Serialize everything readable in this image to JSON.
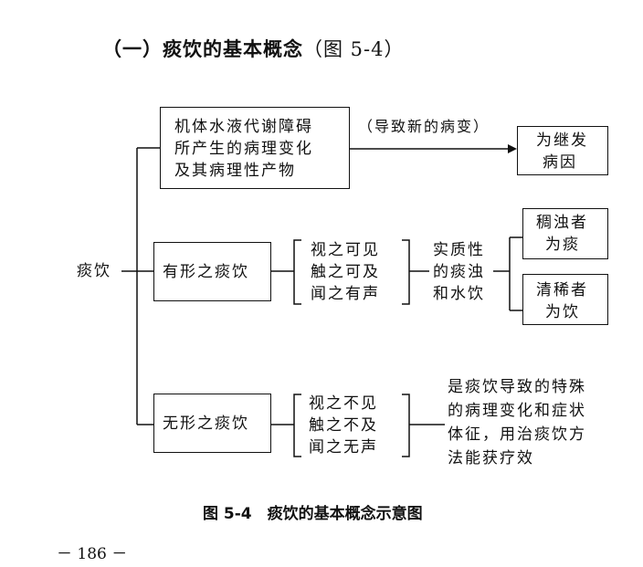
{
  "section_heading": {
    "title": "（一）痰饮的基本概念",
    "ref": "（图 5-4）"
  },
  "diagram": {
    "root": "痰饮",
    "broad": {
      "lines": [
        "机体水液代谢障碍",
        "所产生的病理变化",
        "及其病理性产物"
      ],
      "note": "（导致新的病变）",
      "result": [
        "为继发",
        "病因"
      ]
    },
    "visible": {
      "label": "有形之痰饮",
      "perceive": [
        "视之可见",
        "触之可及",
        "闻之有声"
      ],
      "nature": [
        "实质性",
        "的痰浊",
        "和水饮"
      ],
      "thick": [
        "稠浊者",
        "为痰"
      ],
      "thin": [
        "清稀者",
        "为饮"
      ]
    },
    "invisible": {
      "label": "无形之痰饮",
      "perceive": [
        "视之不见",
        "触之不及",
        "闻之无声"
      ],
      "description": [
        "是痰饮导致的特殊",
        "的病理变化和症状",
        "体征，用治痰饮方",
        "法能获疗效"
      ]
    }
  },
  "caption": "图 5-4　痰饮的基本概念示意图",
  "page_number": "－ 186 －"
}
